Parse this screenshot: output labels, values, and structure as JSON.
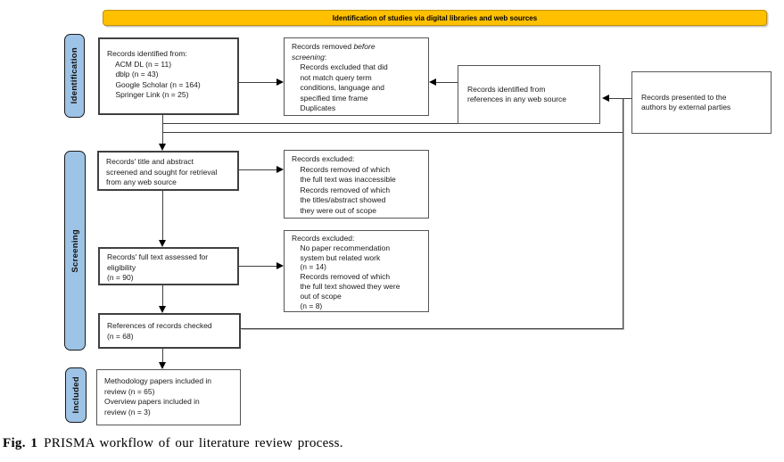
{
  "banner": {
    "label": "Identification of studies via digital libraries and web sources"
  },
  "stages": [
    {
      "label": "Identification"
    },
    {
      "label": "Screening"
    },
    {
      "label": "Included"
    }
  ],
  "boxes": {
    "identified": "Records identified from:\n    ACM DL (n = 11)\n    dblp (n = 43)\n    Google Scholar (n = 164)\n    Springer Link (n = 25)",
    "removed": {
      "prefix": "Records removed ",
      "italic": "before\nscreening",
      "suffix": ":",
      "body": "    Records excluded that did\n    not match query term\n    conditions, language and\n    specified time frame\n    Duplicates"
    },
    "web_source": "Records identified from\nreferences in any web source",
    "external": "Records presented to the\nauthors by external parties",
    "screened": "Records' title and abstract\nscreened and sought for retrieval\nfrom any web source",
    "excluded_screening": "Records excluded:\n    Records removed of which\n    the full text was inaccessible\n    Records removed of which\n    the titles/abstract showed\n    they were out of scope",
    "full_text": "Records' full text assessed for\neligibility\n(n = 90)",
    "excluded_eligibility": "Records excluded:\n    No paper recommendation\n    system but related work\n    (n = 14)\n    Records removed of which\n    the full text showed they were\n    out of scope\n    (n = 8)",
    "references_checked": "References of records checked\n(n = 68)",
    "included": "Methodology papers included in\nreview (n = 65)\nOverview papers included in\nreview (n = 3)"
  },
  "caption": {
    "label": "Fig. 1",
    "text": "PRISMA workflow of our literature review process."
  },
  "colors": {
    "banner_fill": "#FFC000",
    "banner_border": "#BF9000",
    "stage_fill": "#9DC3E6",
    "box_border": "#555555",
    "line": "#404040"
  }
}
